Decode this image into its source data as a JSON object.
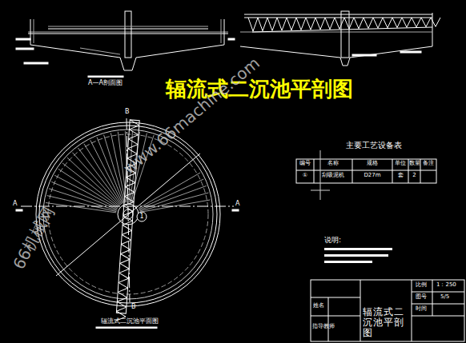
{
  "diagram": {
    "title": "辐流式二沉池平剖图",
    "nodes": [
      {
        "text": [
          "1"
        ]
      }
    ],
    "labels": [
      "A—A剖面图",
      "辐流式二沉池平面图",
      "A",
      "A",
      "B",
      "B",
      "主要工艺设备表",
      "编号",
      "名称",
      "规格",
      "单位",
      "数量",
      "备注",
      "①",
      "刮吸泥机",
      "D27m",
      "套",
      "2",
      "说明:",
      "姓名",
      "指导教师",
      "辐流式二沉池平剖图",
      "比例",
      "1：250",
      "图号",
      "5/5",
      "时间",
      "66机械网",
      "www.66machine.com"
    ]
  }
}
